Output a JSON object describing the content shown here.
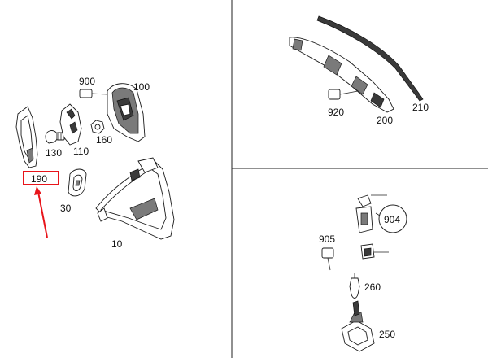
{
  "labels": {
    "p900": "900",
    "p100": "100",
    "p130": "130",
    "p110": "110",
    "p160": "160",
    "p190": "190",
    "p30": "30",
    "p10": "10",
    "p920": "920",
    "p200": "200",
    "p210": "210",
    "p905": "905",
    "p904": "904",
    "p260": "260",
    "p250": "250"
  },
  "highlight": {
    "target_label": "190",
    "box_color": "#e8141a",
    "arrow_color": "#e8141a"
  }
}
